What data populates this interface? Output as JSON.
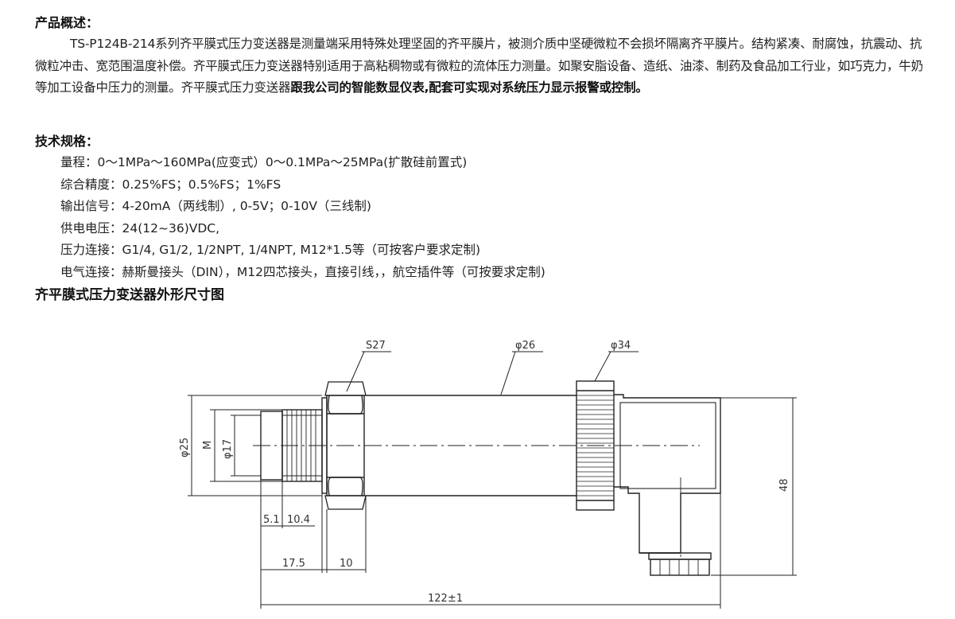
{
  "overview": {
    "heading": "产品概述：",
    "text_plain": "TS-P124B-214系列齐平膜式压力变送器是测量端采用特殊处理坚固的齐平膜片，被测介质中坚硬微粒不会损坏隔离齐平膜片。结构紧凑、耐腐蚀，抗震动、抗微粒冲击、宽范围温度补偿。齐平膜式压力变送器特别适用于高粘稠物或有微粒的流体压力测量。如聚安脂设备、造纸、油漆、制药及食品加工行业，如巧克力，牛奶等加工设备中压力的测量。齐平膜式压力变送器",
    "text_bold": "跟我公司的智能数显仪表,配套可实现对系统压力显示报警或控制。"
  },
  "specs": {
    "heading": "技术规格：",
    "items": [
      "量程：0～1MPa～160MPa(应变式）0～0.1MPa～25MPa(扩散硅前置式)",
      "综合精度：0.25%FS；0.5%FS；1%FS",
      "输出信号：4-20mA（两线制）, 0-5V；0-10V（三线制)",
      "供电电压：24(12~36)VDC,",
      "压力连接：G1/4, G1/2, 1/2NPT, 1/4NPT, M12*1.5等（可按客户要求定制)",
      "电气连接：赫斯曼接头（DIN），M12四芯接头，直接引线，，航空插件等（可按要求定制)"
    ]
  },
  "drawing": {
    "title": "齐平膜式压力变送器外形尺寸图",
    "labels": {
      "s27": "S27",
      "phi26": "φ26",
      "phi34": "φ34",
      "phi25": "φ25",
      "m": "M",
      "phi17": "φ17",
      "d51": "5.1",
      "d104": "10.4",
      "d175": "17.5",
      "d10": "10",
      "total": "122±1",
      "d48": "48"
    }
  }
}
